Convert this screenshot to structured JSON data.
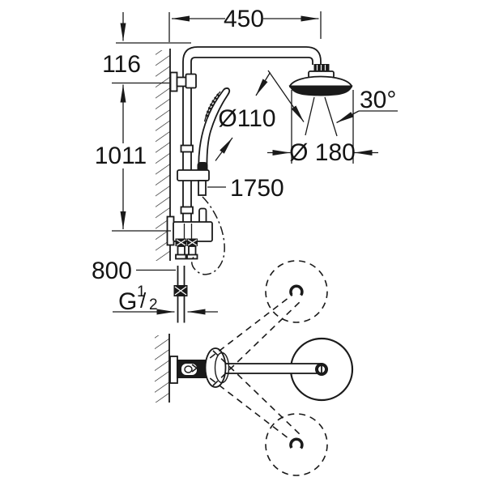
{
  "colors": {
    "background": "#ffffff",
    "line": "#1a1a1a"
  },
  "labels": {
    "width_450": "450",
    "offset_116": "116",
    "height_1011": "1011",
    "hand_shower_diameter": "Ø110",
    "spray_angle": "30°",
    "head_shower_diameter": "Ø 180",
    "hose_length": "1750",
    "inlet_height": "800",
    "thread": {
      "base": "G",
      "numerator": "1",
      "slash": "/",
      "denominator": "2"
    }
  }
}
